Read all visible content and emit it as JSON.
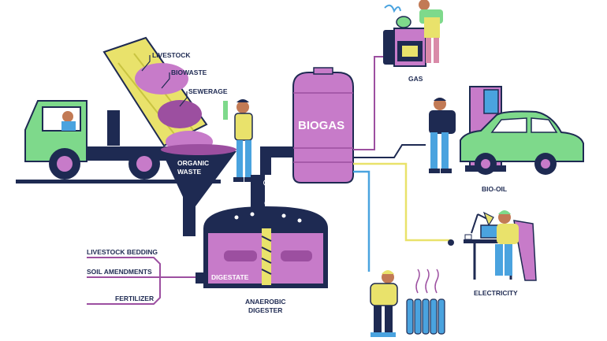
{
  "inputs": {
    "livestock": "LIVESTOCK",
    "biowaste": "BIOWASTE",
    "sewerage": "SEWERAGE"
  },
  "hopper": {
    "line1": "ORGANIC",
    "line2": "WASTE"
  },
  "tank": {
    "label": "BIOGAS"
  },
  "digester": {
    "inner_label": "DIGESTATE",
    "title1": "ANAEROBIC",
    "title2": "DIGESTER"
  },
  "digestate_uses": {
    "bedding": "LIVESTOCK BEDDING",
    "soil": "SOIL AMENDMENTS",
    "fertilizer": "FERTILIZER"
  },
  "outputs": {
    "gas": "GAS",
    "bio_oil": "BIO-OIL",
    "electricity": "ELECTRICITY"
  },
  "colors": {
    "navy": "#1e2a52",
    "purple": "#c77bc9",
    "purple_dark": "#9c4fa0",
    "green": "#7ed98b",
    "yellow": "#e9e26b",
    "blue": "#4aa3df",
    "olive": "#c9c441"
  },
  "icons": [
    "truck-icon",
    "worker-icon",
    "stove-icon",
    "car-icon",
    "fuel-pump-icon",
    "desk-lamp-icon",
    "radiator-icon",
    "person-icon"
  ]
}
